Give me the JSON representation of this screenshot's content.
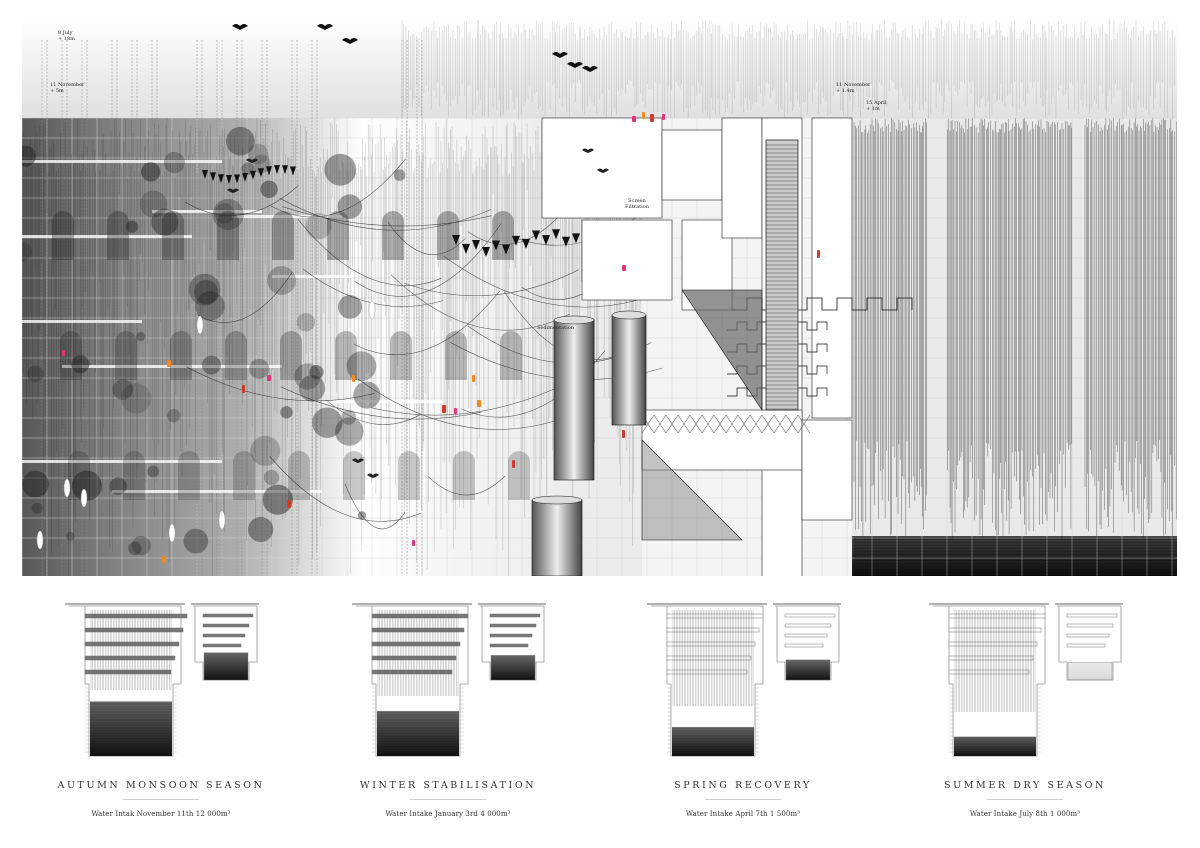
{
  "main": {
    "elevation_labels": [
      {
        "id": "jul8",
        "date": "8 July",
        "level": "+ 18m"
      },
      {
        "id": "nov11a",
        "date": "11 November",
        "level": "+ 5m"
      },
      {
        "id": "nov11b",
        "date": "11 November",
        "level": "+ 1.4m"
      },
      {
        "id": "apr15",
        "date": "15 April",
        "level": "+ 1m"
      }
    ],
    "annotations": {
      "filtration": "Screen Filtration",
      "sedimentation": "Sedimentation"
    },
    "colors": {
      "ink": "#1a1a1a",
      "accent_magenta": "#e8317a",
      "accent_orange": "#f0891f",
      "accent_red": "#cf3a2a",
      "grid": "#d6d6d6"
    }
  },
  "seasons": [
    {
      "title": "AUTUMN MONSOON SEASON",
      "intake": "Water Intak November 11th 12 000m³",
      "fill_level": 0.85
    },
    {
      "title": "WINTER STABILISATION",
      "intake": "Water Intake January 3rd 4 000m³",
      "fill_level": 0.7
    },
    {
      "title": "SPRING RECOVERY",
      "intake": "Water Intake April 7th 1 500m³",
      "fill_level": 0.45
    },
    {
      "title": "SUMMER DRY SEASON",
      "intake": "Water Intake July 8th 1 000m³",
      "fill_level": 0.3
    }
  ]
}
